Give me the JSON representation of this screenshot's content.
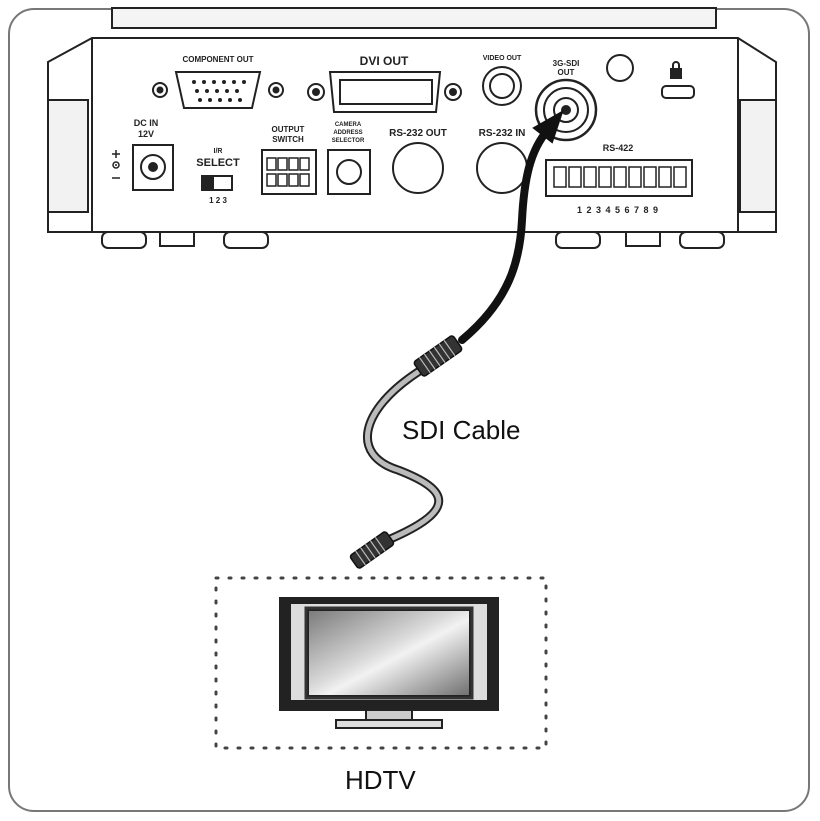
{
  "device": {
    "ports": {
      "component_out": "COMPONENT OUT",
      "dvi_out": "DVI OUT",
      "video_out": "VIDEO OUT",
      "sdi_out_line1": "3G-SDI",
      "sdi_out_line2": "OUT",
      "dc_in_line1": "DC IN",
      "dc_in_line2": "12V",
      "ir_line1": "I/R",
      "ir_line2": "SELECT",
      "ir_numbers": "1 2 3",
      "output_switch_line1": "OUTPUT",
      "output_switch_line2": "SWITCH",
      "camera_addr_line1": "CAMERA",
      "camera_addr_line2": "ADDRESS",
      "camera_addr_line3": "SELECTOR",
      "rs232_out": "RS-232 OUT",
      "rs232_in": "RS-232 IN",
      "rs422": "RS-422",
      "rs422_numbers": "1 2 3 4 5 6 7 8 9"
    }
  },
  "cable": {
    "label": "SDI Cable"
  },
  "display": {
    "label": "HDTV"
  },
  "colors": {
    "stroke": "#222222",
    "frame": "#777777",
    "panel": "#ffffff"
  },
  "icons": [
    "lock-icon",
    "power-polarity-icon",
    "bnc-connector-icon"
  ]
}
